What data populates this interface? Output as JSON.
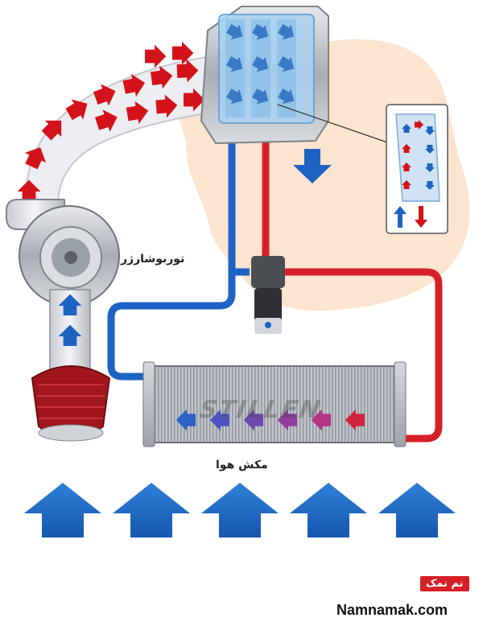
{
  "labels": {
    "turbocharger": "توربوشارژر",
    "air_intake": "مکش هوا"
  },
  "brand": {
    "logo_text": "STILLEN",
    "site_badge": "نم نمک",
    "site_url": "Namnamak.com"
  },
  "colors": {
    "hot_air": "#d4121b",
    "cool_air": "#1f63c2",
    "hot_pipe": "#d62027",
    "cool_pipe": "#1e62c6",
    "map_bg": "#fbe4d0",
    "metal": "#b8bcc3"
  },
  "icons": {
    "hot_arrow": "arrow-red-icon",
    "cool_arrow": "arrow-blue-icon",
    "air_arrow": "arrow-up-big-icon"
  }
}
